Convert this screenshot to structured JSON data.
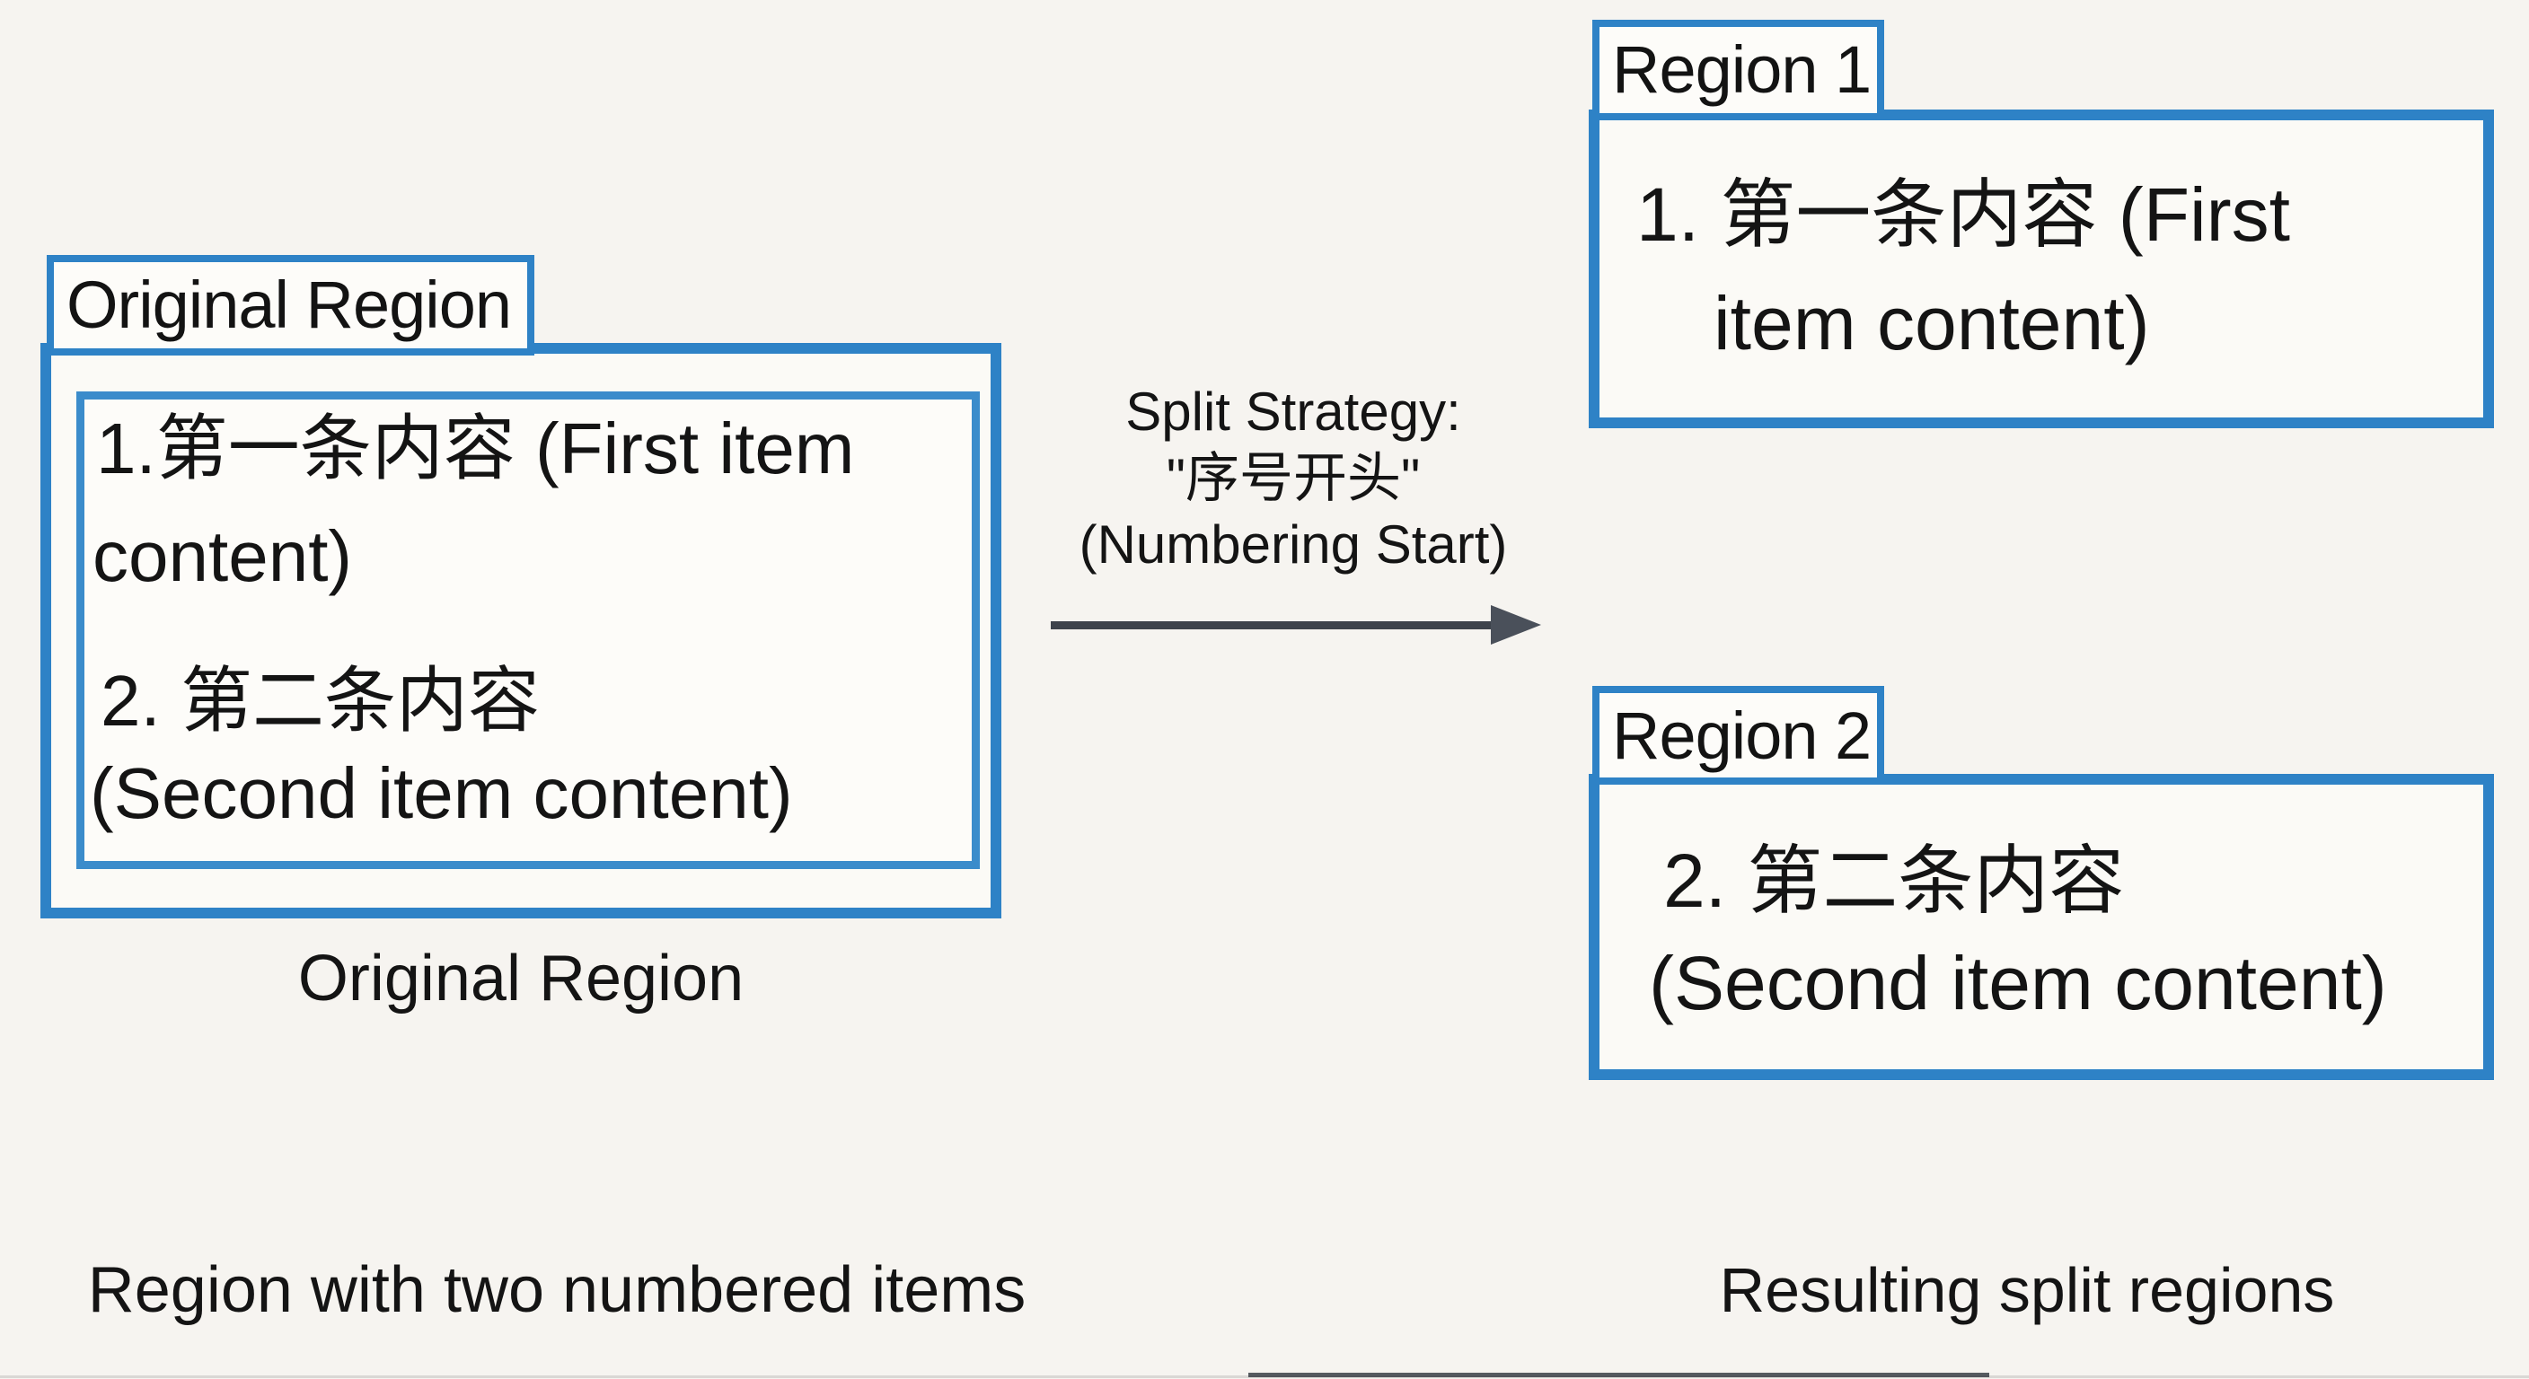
{
  "original": {
    "tab_label": "Original Region",
    "items": [
      "1.第一条内容 (First item",
      "content)",
      "2. 第二条内容",
      "(Second item content)"
    ],
    "caption": "Original Region"
  },
  "arrow": {
    "label_line1": "Split Strategy:",
    "label_line2": "\"序号开头\"",
    "label_line3": "(Numbering Start)"
  },
  "region1": {
    "tab_label": "Region 1",
    "lines": [
      "1. 第一条内容 (First",
      "item content)"
    ]
  },
  "region2": {
    "tab_label": "Region 2",
    "lines": [
      "2. 第二条内容",
      "(Second item content)"
    ]
  },
  "footer": {
    "left_caption": "Region with two numbered items",
    "right_caption": "Resulting split regions"
  },
  "colors": {
    "accent_blue": "#2e82c6",
    "arrow_gray": "#3d434c",
    "background": "#f6f4f0",
    "text": "#141414"
  }
}
